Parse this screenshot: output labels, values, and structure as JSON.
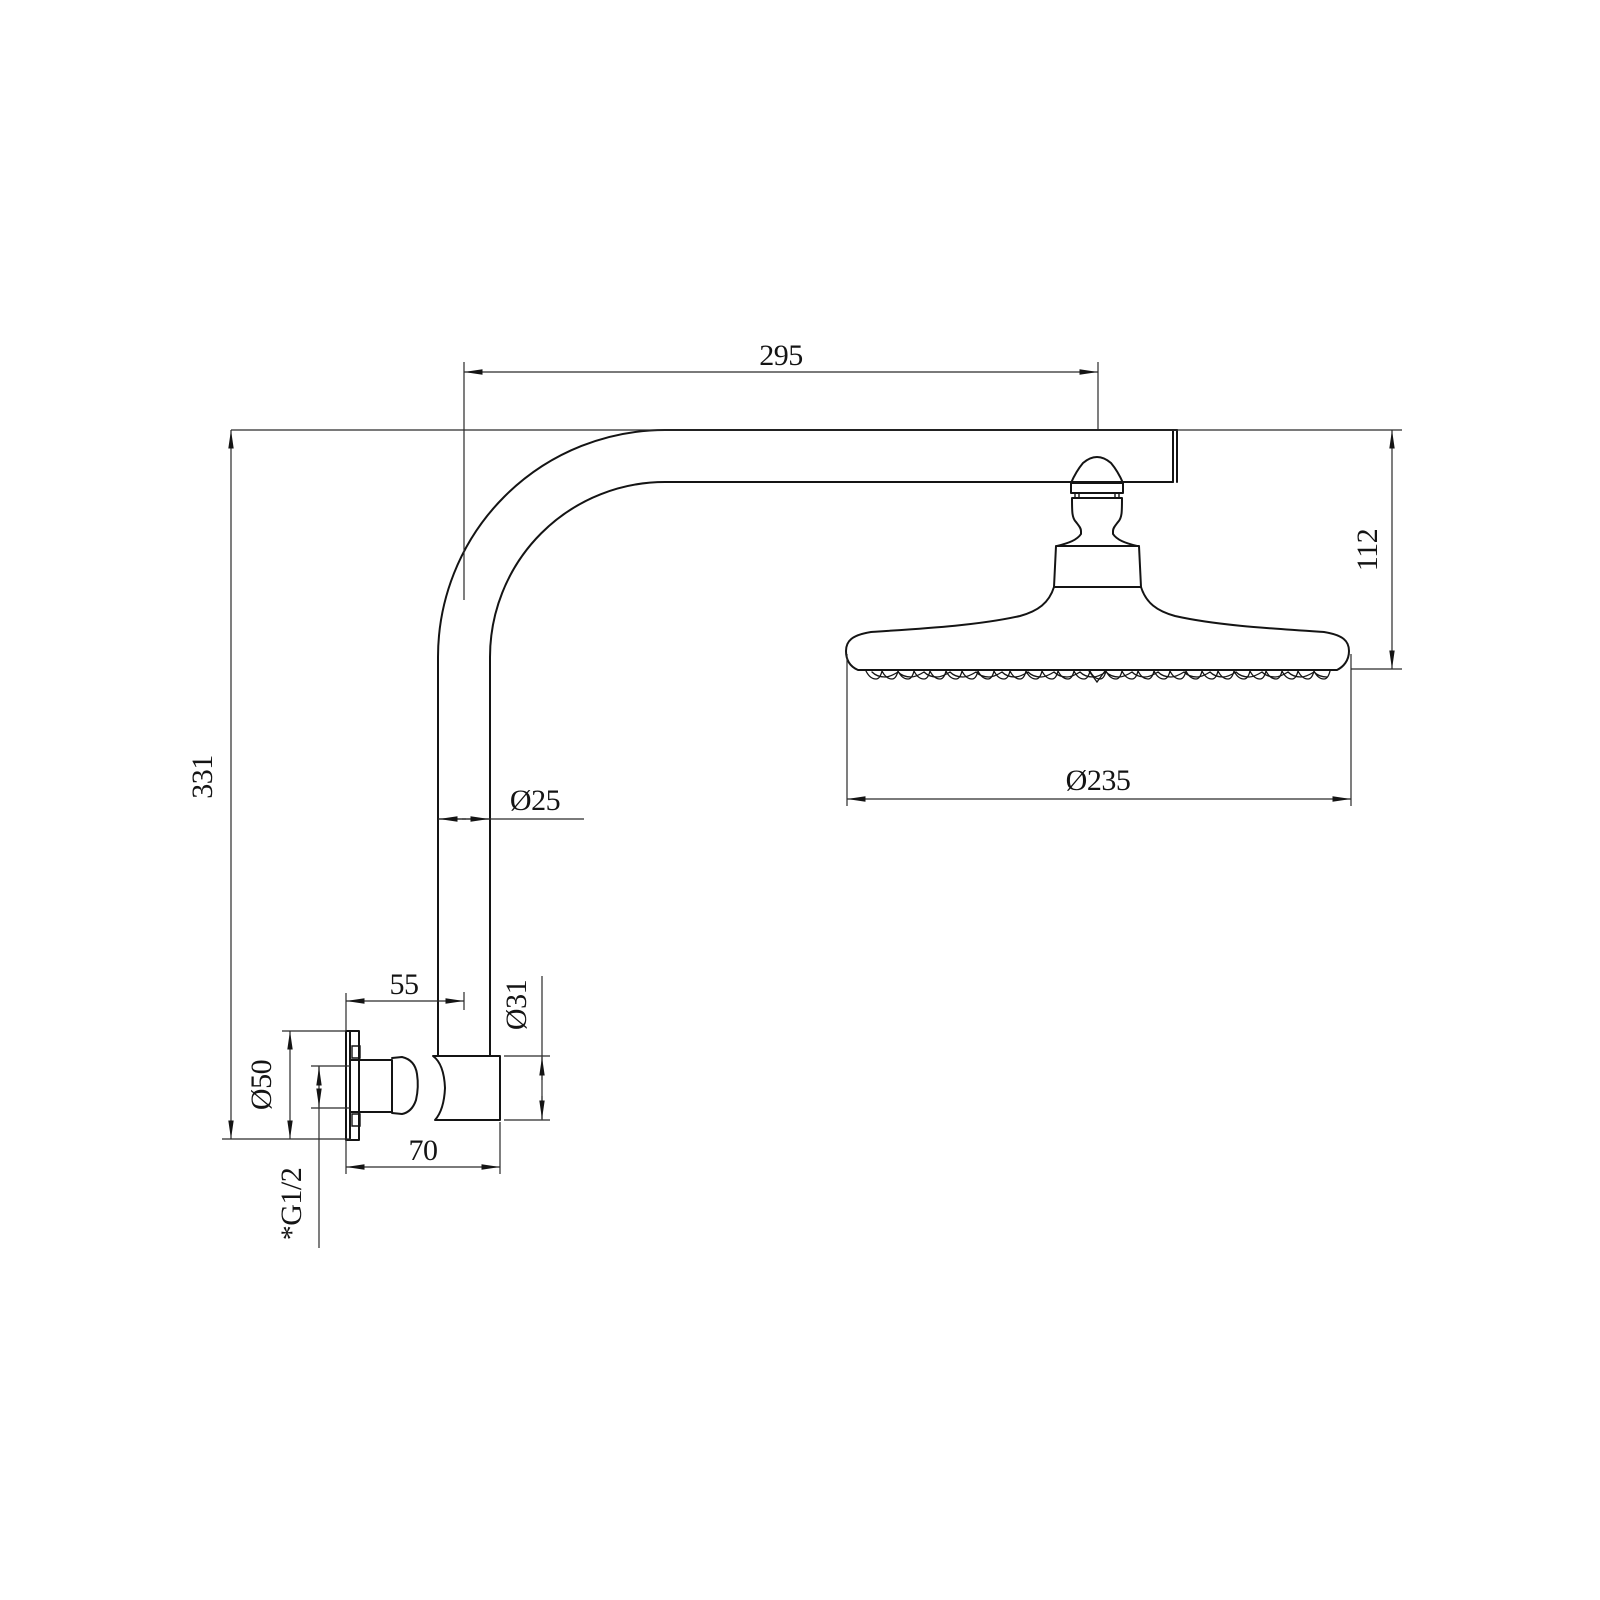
{
  "drawing": {
    "type": "technical-drawing",
    "subject": "wall-mounted overhead shower arm with rain shower head, side elevation with dimensions",
    "colors": {
      "line": "#141414",
      "background": "#ffffff"
    },
    "dimensions": {
      "arm_reach": "295",
      "head_drop_height": "112",
      "overall_height": "331",
      "pipe_diameter": "Ø25",
      "head_diameter": "Ø235",
      "wall_to_pipe_center": "55",
      "elbow_diameter": "Ø31",
      "flange_diameter": "Ø50",
      "base_length": "70",
      "thread_spec": "*G1/2"
    }
  }
}
